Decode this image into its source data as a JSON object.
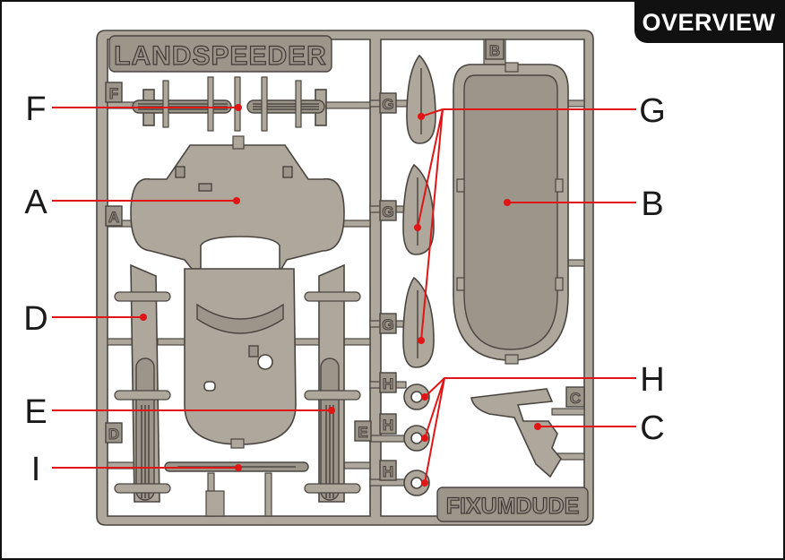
{
  "badge": "OVERVIEW",
  "sprue": {
    "title": "LANDSPEEDER",
    "brand": "FIXUMDUDE",
    "tags": [
      "F",
      "A",
      "D",
      "B",
      "G",
      "G",
      "G",
      "H",
      "H",
      "H",
      "C",
      "E"
    ]
  },
  "callouts": [
    "F",
    "A",
    "D",
    "E",
    "I",
    "G",
    "B",
    "H",
    "C"
  ],
  "colors": {
    "plastic": "#aea79b",
    "plastic_dark": "#8f887d",
    "outline": "#4a4540",
    "leader": "#e01515",
    "text": "#1a1a1a"
  }
}
